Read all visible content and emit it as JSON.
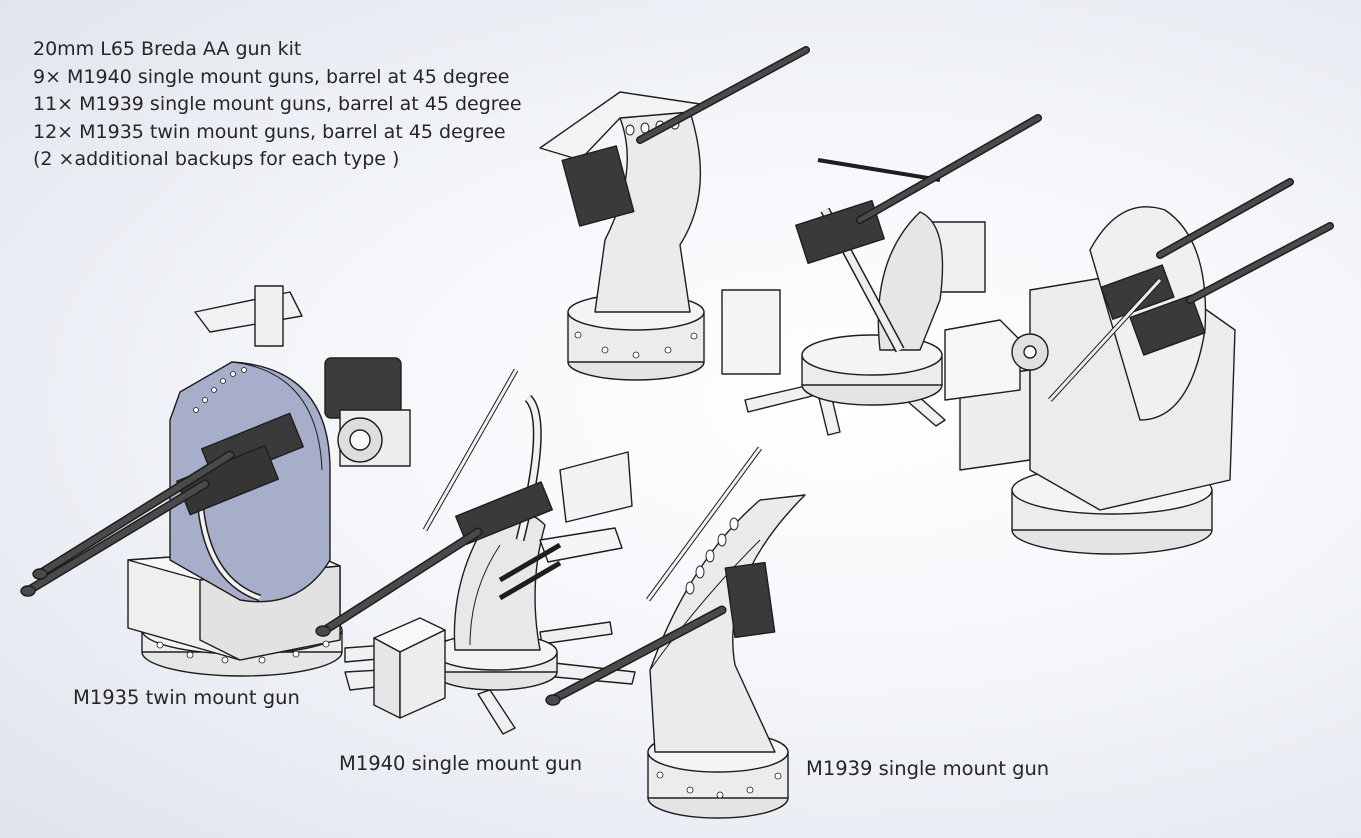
{
  "kit": {
    "lines": [
      "20mm L65 Breda AA gun kit",
      "9× M1940 single mount guns, barrel at 45 degree",
      "11× M1939 single mount guns, barrel at 45 degree",
      "12× M1935 twin mount guns, barrel at 45 degree",
      "(2 ×additional backups for each type )"
    ]
  },
  "captions": {
    "twin": "M1935 twin mount gun",
    "m1940": "M1940 single mount gun",
    "m1939": "M1939 single mount gun"
  },
  "colors": {
    "background": "#f4f6fa",
    "part": "#eeeeee",
    "edge": "#1e1e1e",
    "shield": "#a6aec9",
    "receiver": "#3a3a3a",
    "barrel": "#4a4a4a"
  }
}
